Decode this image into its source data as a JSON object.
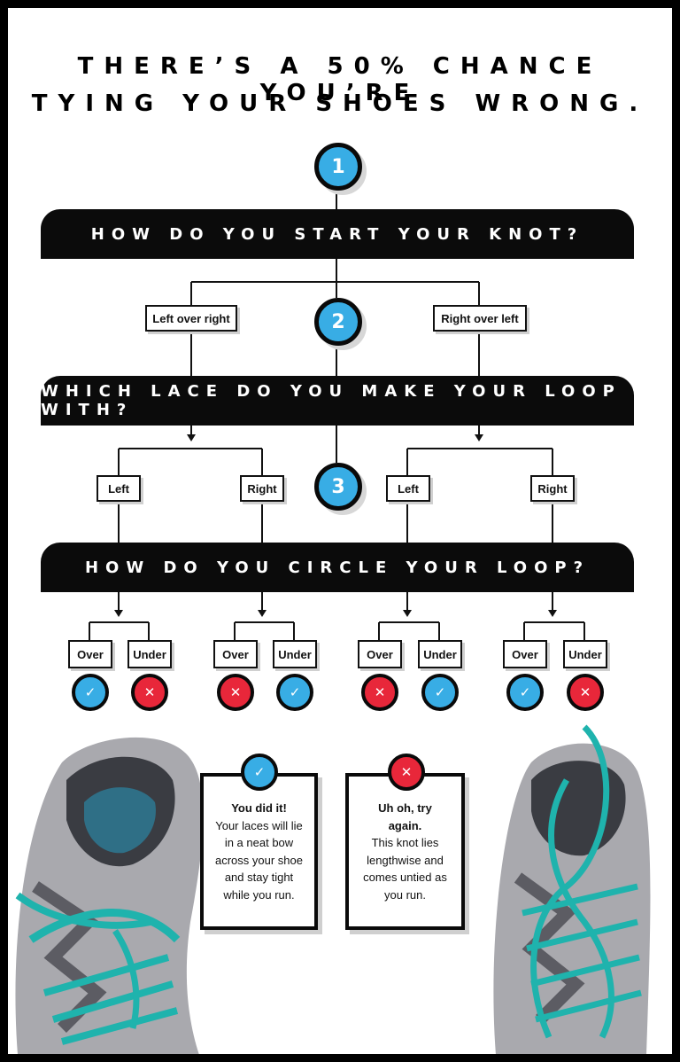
{
  "title": {
    "line1": "THERE’S A 50% CHANCE YOU’RE",
    "line2": "TYING YOUR SHOES WRONG."
  },
  "steps": [
    {
      "number": "1",
      "question": "HOW DO YOU START YOUR KNOT?"
    },
    {
      "number": "2",
      "question": "WHICH LACE DO YOU MAKE YOUR LOOP WITH?"
    },
    {
      "number": "3",
      "question": "HOW DO YOU CIRCLE YOUR LOOP?"
    }
  ],
  "start_options": [
    "Left over right",
    "Right over left"
  ],
  "loop_options": [
    "Left",
    "Right",
    "Left",
    "Right"
  ],
  "circle_options": [
    {
      "a": "Over",
      "b": "Under",
      "a_result": "correct",
      "b_result": "wrong"
    },
    {
      "a": "Over",
      "b": "Under",
      "a_result": "wrong",
      "b_result": "correct"
    },
    {
      "a": "Over",
      "b": "Under",
      "a_result": "wrong",
      "b_result": "correct"
    },
    {
      "a": "Over",
      "b": "Under",
      "a_result": "correct",
      "b_result": "wrong"
    }
  ],
  "symbols": {
    "correct": "✓",
    "wrong": "✕"
  },
  "colors": {
    "correct": "#38ade5",
    "wrong": "#e8273a",
    "lace": "#1fb3ad",
    "banner": "#0b0b0b"
  },
  "outcomes": {
    "success": {
      "icon": "check-icon",
      "head": "You did it!",
      "body": "Your laces will lie in a neat bow across your shoe and stay tight while you run."
    },
    "failure": {
      "icon": "x-icon",
      "head": "Uh oh, try again.",
      "body": "This knot lies lengthwise and comes untied as you run."
    }
  }
}
